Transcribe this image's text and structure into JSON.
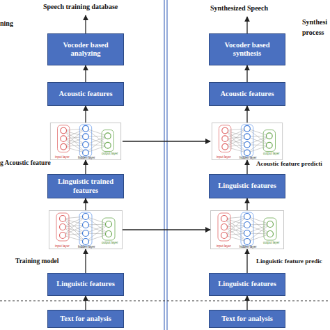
{
  "diagram": {
    "nodes": [
      {
        "text": [
          "Vocoder based analyzing"
        ]
      },
      {
        "text": [
          "Vocoder based synthesis"
        ]
      },
      {
        "text": [
          "Acoustic features"
        ]
      },
      {
        "text": [
          "Acoustic features"
        ]
      },
      {
        "text": [
          "input layer",
          "hidden layer",
          "output layer"
        ]
      },
      {
        "text": [
          "input layer",
          "hidden layer",
          "output layer"
        ]
      },
      {
        "text": [
          "Linguistic trained features"
        ]
      },
      {
        "text": [
          "Linguistic features"
        ]
      },
      {
        "text": [
          "input layer",
          "hidden layer",
          "output layer"
        ]
      },
      {
        "text": [
          "input layer",
          "hidden layer",
          "output layer"
        ]
      },
      {
        "text": [
          "Linguistic features"
        ]
      },
      {
        "text": [
          "Linguistic features"
        ]
      },
      {
        "text": [
          "Text for analysis"
        ]
      },
      {
        "text": [
          "Text for analysis"
        ]
      }
    ],
    "edges": [
      {
        "from": 12,
        "to": 10,
        "arrow": "to"
      },
      {
        "from": 10,
        "to": 8,
        "arrow": "to"
      },
      {
        "from": 8,
        "to": 6,
        "arrow": "to"
      },
      {
        "from": 6,
        "to": 4,
        "arrow": "to"
      },
      {
        "from": 4,
        "to": 2,
        "arrow": "to"
      },
      {
        "from": 2,
        "to": 0,
        "arrow": "to"
      },
      {
        "from": 13,
        "to": 11,
        "arrow": "to"
      },
      {
        "from": 11,
        "to": 9,
        "arrow": "to"
      },
      {
        "from": 9,
        "to": 7,
        "arrow": "to"
      },
      {
        "from": 7,
        "to": 5,
        "arrow": "to"
      },
      {
        "from": 5,
        "to": 3,
        "arrow": "to"
      },
      {
        "from": 3,
        "to": 1,
        "arrow": "to"
      },
      {
        "from": 4,
        "to": 5,
        "arrow": "to"
      },
      {
        "from": 8,
        "to": 9,
        "arrow": "to"
      }
    ],
    "labels": [
      "Speech training database",
      "ning",
      "Synthesized Speech",
      "Synthesi",
      "process",
      "g Acoustic feature",
      "Acoustic feature predicti",
      "Training model",
      "Linguistic feature predic"
    ]
  }
}
